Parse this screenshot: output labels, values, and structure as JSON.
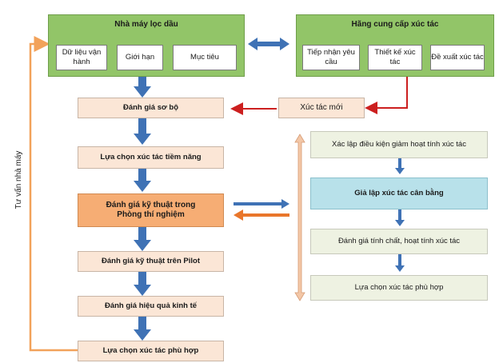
{
  "refinery": {
    "title": "Nhà máy lọc dầu",
    "items": [
      "Dữ liệu vận hành",
      "Giới hạn",
      "Mục tiêu"
    ]
  },
  "supplier": {
    "title": "Hãng cung cấp xúc tác",
    "items": [
      "Tiếp nhận yêu cầu",
      "Thiết kế xúc tác",
      "Đề xuất xúc tác"
    ]
  },
  "new_catalyst": "Xúc tác mới",
  "main_flow": [
    "Đánh giá sơ bộ",
    "Lựa chọn xúc tác tiềm năng",
    "Đánh giá kỹ thuật trong Phòng thí nghiệm",
    "Đánh giá kỹ thuật trên Pilot",
    "Đánh giá hiệu quả kinh tế",
    "Lựa chọn xúc tác phù hợp"
  ],
  "lab_flow": [
    "Xác lập điều kiện giảm hoạt tính xúc tác",
    "Giả lập xúc tác cân bằng",
    "Đánh giá tính chất, hoạt tính xúc tác",
    "Lựa chọn xúc tác phù hợp"
  ],
  "side_label": "Tư vấn nhà máy",
  "colors": {
    "green": "#92c568",
    "peach": "#fbe6d6",
    "orange": "#f6ad74",
    "blue_arrow": "#3f72b5",
    "red_arrow": "#cc1f1f",
    "orange_arrow": "#e9762b"
  }
}
